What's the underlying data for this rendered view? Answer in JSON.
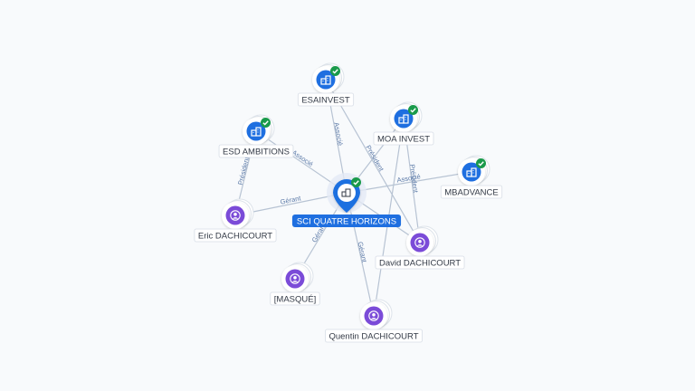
{
  "center": {
    "label": "SCI QUATRE HORIZONS",
    "icon": "building-icon",
    "badge": "check-icon"
  },
  "companies": [
    {
      "id": "esainvest",
      "label": "ESAINVEST",
      "icon": "building-icon",
      "badge": "check-icon"
    },
    {
      "id": "moa",
      "label": "MOA INVEST",
      "icon": "building-icon",
      "badge": "check-icon"
    },
    {
      "id": "esd",
      "label": "ESD AMBITIONS",
      "icon": "building-icon",
      "badge": "check-icon"
    },
    {
      "id": "mbadvance",
      "label": "MBADVANCE",
      "icon": "building-icon",
      "badge": "check-icon"
    }
  ],
  "persons": [
    {
      "id": "eric",
      "label": "Eric DACHICOURT",
      "icon": "person-icon"
    },
    {
      "id": "david",
      "label": "David DACHICOURT",
      "icon": "person-icon"
    },
    {
      "id": "masque",
      "label": "[MASQUÉ]",
      "icon": "person-icon"
    },
    {
      "id": "quentin",
      "label": "Quentin DACHICOURT",
      "icon": "person-icon"
    }
  ],
  "edge_labels": {
    "esainvest_center": "Associé",
    "esd_center": "Associé",
    "mbadvance_center": "Associé",
    "eric_center": "Gérant",
    "masque_center": "Gérant",
    "quentin_center": "Gérant",
    "eric_esd": "Président",
    "david_esainvest": "Président",
    "david_moa": "Président"
  },
  "colors": {
    "company": "#1f6fe0",
    "person": "#7b4bd8",
    "badge": "#1a9a4b",
    "center_label_bg": "#1f6fe0",
    "edge": "#b7c3d3",
    "edge_label": "#5c7aa8"
  }
}
